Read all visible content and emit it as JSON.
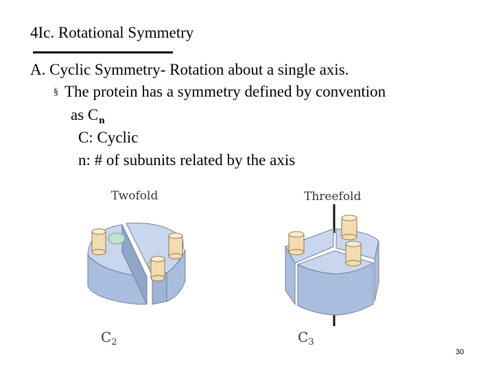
{
  "slide": {
    "title": "4Ic. Rotational Symmetry",
    "line1": "A. Cyclic Symmetry- Rotation about a single axis.",
    "bullet_char": "§",
    "line2": "The protein has a symmetry defined by convention",
    "line3_prefix": "as C",
    "line3_sub": "n",
    "line4": "C: Cyclic",
    "line5": "n: # of subunits related by the axis",
    "page_number": "30"
  },
  "figures": {
    "twofold": {
      "label": "Twofold",
      "symbol": "C",
      "symbol_sub": "2"
    },
    "threefold": {
      "label": "Threefold",
      "symbol": "C",
      "symbol_sub": "3"
    }
  },
  "colors": {
    "subunit_top": "#c9d7ee",
    "subunit_side": "#a9bedf",
    "cylinder": "#f3dcae",
    "cylinder_top": "#fbeccd",
    "green_patch": "#bfe3cf"
  }
}
